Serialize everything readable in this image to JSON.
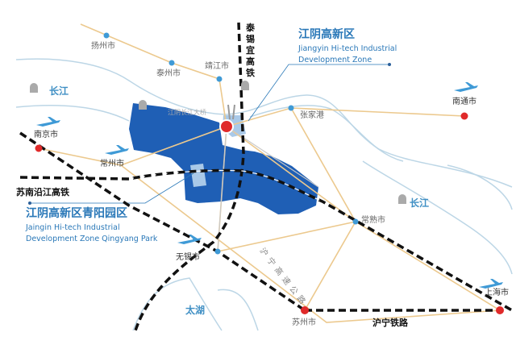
{
  "colors": {
    "zone": "#1f5fb5",
    "zone_light": "#a9c9e8",
    "road": "#ecc98e",
    "river": "#bcd6e6",
    "city_dot": "#3f9ad6",
    "major_city": "#e02a2a",
    "rail": "#111111",
    "text_blue": "#2a78b8"
  },
  "cities": {
    "yangzhou": "扬州市",
    "taizhou": "泰州市",
    "jingjiang": "靖江市",
    "zhangjiagang": "张家港",
    "nantong": "南通市",
    "nanjing": "南京市",
    "changzhou": "常州市",
    "changshu": "常熟市",
    "wuxi": "无锡市",
    "suzhou": "苏州市",
    "shanghai": "上海市"
  },
  "water": {
    "yangtze_left": "长江",
    "yangtze_right": "长江",
    "taihu": "太湖",
    "bridge": "江阴长江大桥"
  },
  "railways": {
    "taixiyi": "泰锡宜高铁",
    "sunan": "苏南沿江高铁",
    "huning_rail": "沪宁铁路"
  },
  "highway": "沪宁高速公路",
  "zone": {
    "title": "江阴高新区",
    "en1": "Jiangyin Hi-tech Industrial",
    "en2": "Development Zone"
  },
  "park": {
    "title": "江阴高新区青阳园区",
    "en1": "Jaingin Hi-tech Industrial",
    "en2": "Development Zone Qingyang Park"
  },
  "icons": [
    "airplane-icon",
    "tunnel-icon"
  ]
}
